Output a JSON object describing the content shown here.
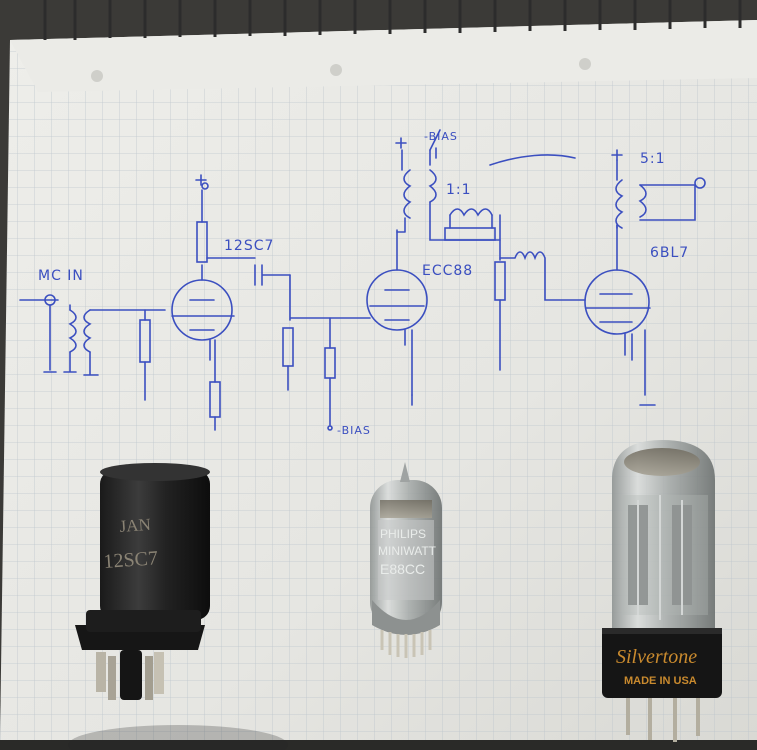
{
  "schematic": {
    "labels": {
      "mc_in": "MC IN",
      "tube1": "12SC7",
      "tube2": "ECC88",
      "tube3": "6BL7",
      "bias_top": "-BIAS",
      "bias_bottom": "-BIAS",
      "ratio1": "1:1",
      "ratio2": "5:1",
      "plus1": "+",
      "plus2": "+",
      "plus3": "+"
    }
  },
  "tubes": {
    "left": {
      "line1": "JAN",
      "line2": "12SC7"
    },
    "middle": {
      "line1": "PHILIPS",
      "line2": "MINIWATT",
      "line3": "E88CC"
    },
    "right": {
      "brand": "Silvertone",
      "made": "MADE IN USA"
    }
  },
  "colors": {
    "ink": "#3b4fc0",
    "paper": "#e9e9e6",
    "grid": "#b9c2c9"
  }
}
